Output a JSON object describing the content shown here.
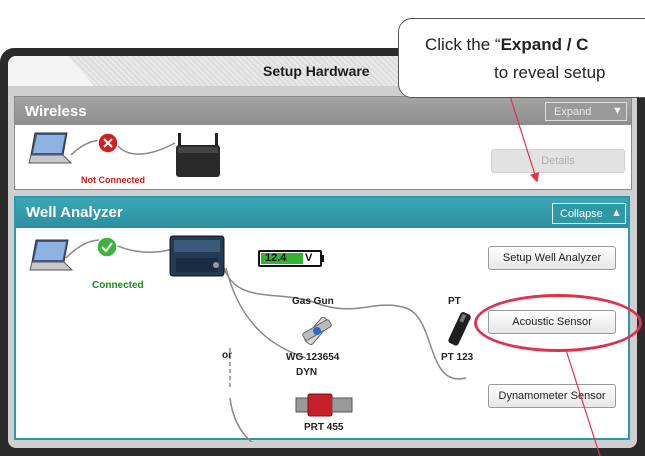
{
  "window": {
    "title": "Setup Hardware"
  },
  "callout": {
    "line1_prefix": "Click the “",
    "line1_bold": "Expand / C",
    "line2": "to reveal setup"
  },
  "wireless": {
    "title": "Wireless",
    "expand_label": "Expand",
    "status": "Not Connected",
    "details_label": "Details"
  },
  "well_analyzer": {
    "title": "Well Analyzer",
    "collapse_label": "Collapse",
    "status": "Connected",
    "battery": "12.4",
    "battery_unit": "V",
    "buttons": {
      "setup": "Setup Well Analyzer",
      "acoustic": "Acoustic Sensor",
      "dynamometer": "Dynamometer Sensor"
    },
    "devices": {
      "gas_gun": "Gas Gun",
      "gas_gun_id": "WG 123654",
      "pt": "PT",
      "pt_id": "PT 123",
      "or": "or",
      "dyn": "DYN",
      "dyn_id": "PRT 455"
    }
  },
  "colors": {
    "accent": "#2c98a8",
    "highlight": "#e0324e",
    "connected": "#1c8a1c",
    "disconnected": "#d01818",
    "battery": "#2fb52f"
  }
}
